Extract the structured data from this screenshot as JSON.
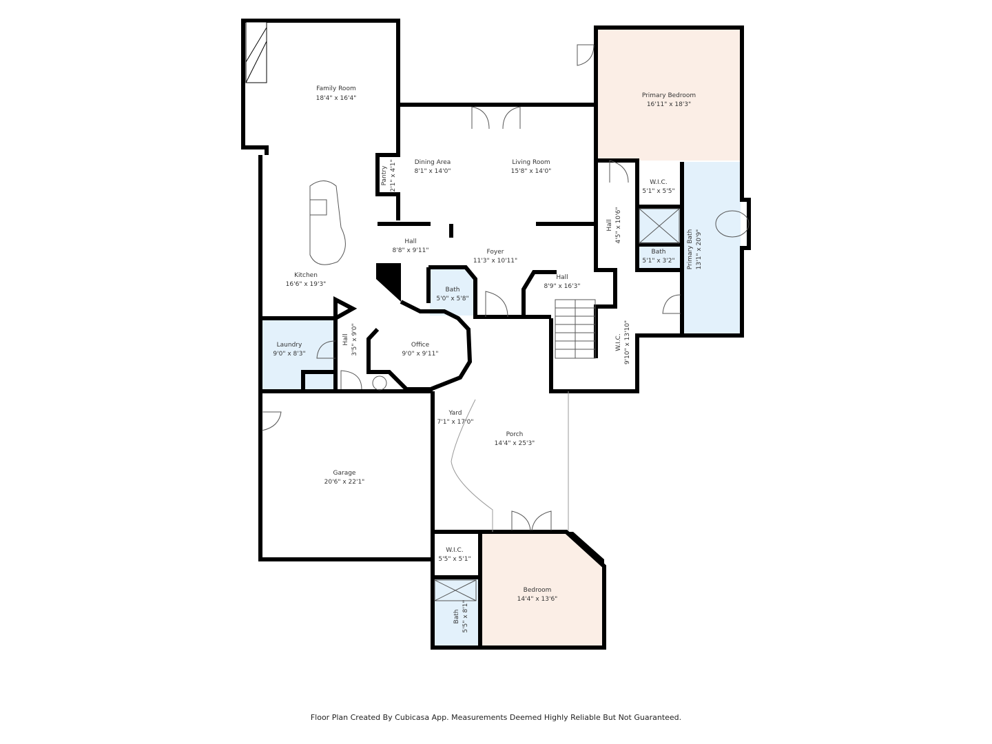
{
  "rooms": {
    "family_room": {
      "name": "Family Room",
      "size": "18'4\" x 16'4\""
    },
    "dining_area": {
      "name": "Dining Area",
      "size": "8'1\" x 14'0\""
    },
    "living_room": {
      "name": "Living Room",
      "size": "15'8\" x 14'0\""
    },
    "primary_bedroom": {
      "name": "Primary Bedroom",
      "size": "16'11\" x 18'3\""
    },
    "pantry": {
      "name": "Pantry",
      "size": "2'1\" x 4'1\""
    },
    "kitchen": {
      "name": "Kitchen",
      "size": "16'6\" x 19'3\""
    },
    "hall_main": {
      "name": "Hall",
      "size": "8'8\" x 9'11\""
    },
    "foyer": {
      "name": "Foyer",
      "size": "11'3\" x 10'11\""
    },
    "hall_stair": {
      "name": "Hall",
      "size": "8'9\" x 16'3\""
    },
    "hall_primary": {
      "name": "Hall",
      "size": "4'5\" x 10'6\""
    },
    "wic_primary": {
      "name": "W.I.C.",
      "size": "5'1\" x 5'5\""
    },
    "bath_primary_small": {
      "name": "Bath",
      "size": "5'1\" x 3'2\""
    },
    "primary_bath": {
      "name": "Primary Bath",
      "size": "13'1\" x 20'9\""
    },
    "bath_foyer": {
      "name": "Bath",
      "size": "5'0\" x 5'8\""
    },
    "laundry": {
      "name": "Laundry",
      "size": "9'0\" x 8'3\""
    },
    "hall_laundry": {
      "name": "Hall",
      "size": "3'5\" x 9'0\""
    },
    "office": {
      "name": "Office",
      "size": "9'0\" x 9'11\""
    },
    "wic_large": {
      "name": "W.I.C.",
      "size": "9'10\" x 13'10\""
    },
    "yard": {
      "name": "Yard",
      "size": "7'1\" x 17'0\""
    },
    "porch": {
      "name": "Porch",
      "size": "14'4\" x 25'3\""
    },
    "garage": {
      "name": "Garage",
      "size": "20'6\" x 22'1\""
    },
    "wic_bedroom": {
      "name": "W.I.C.",
      "size": "5'5\" x 5'1\""
    },
    "bedroom": {
      "name": "Bedroom",
      "size": "14'4\" x 13'6\""
    },
    "bath_bedroom": {
      "name": "Bath",
      "size": "5'5\" x 8'1\""
    }
  },
  "colors": {
    "wall": "#000000",
    "bedroom_fill": "#fbeee6",
    "bath_fill": "#e3f1fb"
  },
  "footer": "Floor Plan Created By Cubicasa App. Measurements Deemed Highly Reliable But Not Guaranteed."
}
